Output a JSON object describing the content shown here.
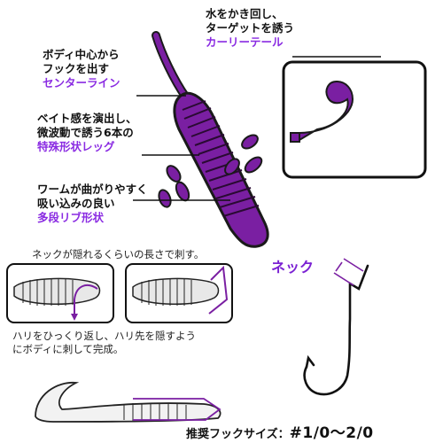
{
  "callouts": {
    "tail": {
      "line1": "水をかき回し、",
      "line2": "ターゲットを誘う",
      "highlight": "カーリーテール"
    },
    "center": {
      "line1": "ボディ中心から",
      "line2": "フックを出す",
      "highlight": "センターライン"
    },
    "legs": {
      "line1": "ベイト感を演出し、",
      "line2": "微波動で誘う6本の",
      "highlight": "特殊形状レッグ"
    },
    "ribs": {
      "line1": "ワームが曲がりやすく",
      "line2": "吸い込みの良い",
      "highlight": "多段リブ形状"
    }
  },
  "rigging": {
    "step1": "ネックが隠れるくらいの長さで刺す。",
    "step2_line1": "ハリをひっくり返し、ハリ先を隠すよう",
    "step2_line2": "にボディに刺して完成。"
  },
  "hook": {
    "neck_label": "ネック"
  },
  "recommended": {
    "label": "推奨フックサイズ：",
    "size": "#1/0〜2/0"
  },
  "colors": {
    "accent": "#8a2be2",
    "worm": "#7a1fa2",
    "worm_dark": "#2a0a33"
  }
}
